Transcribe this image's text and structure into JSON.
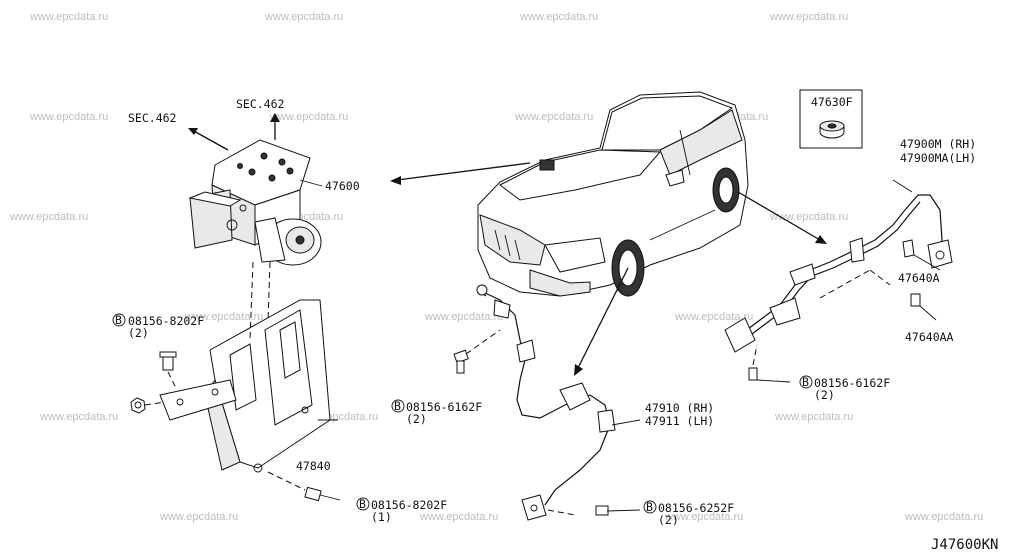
{
  "diagram_code": "J47600KN",
  "watermark_text": "www.epcdata.ru",
  "labels": {
    "sec_462_left": "SEC.462",
    "sec_462_top": "SEC.462",
    "p47600": "47600",
    "p47630f": "47630F",
    "p47900m": "47900M (RH)",
    "p47900ma": "47900MA(LH)",
    "p47640a": "47640A",
    "p47640aa": "47640AA",
    "p47840": "47840",
    "p47910": "47910 (RH)",
    "p47911": "47911 (LH)",
    "b_tl_code": "08156-8202F",
    "b_tl_qty": "(2)",
    "b_bl_code": "08156-8202F",
    "b_bl_qty": "(1)",
    "b_mid_code": "08156-6162F",
    "b_mid_qty": "(2)",
    "b_br_code": "08156-6252F",
    "b_br_qty": "(2)",
    "b_right_code": "08156-6162F",
    "b_right_qty": "(2)",
    "bolt_marker": "B"
  }
}
